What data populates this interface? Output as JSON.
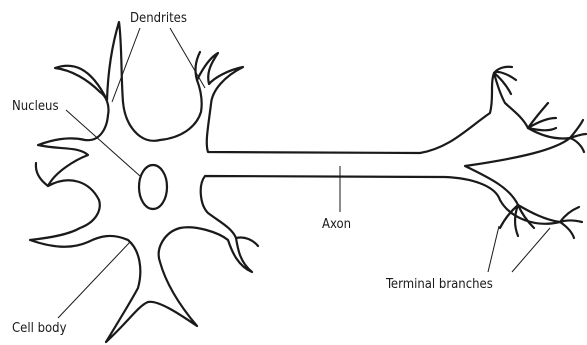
{
  "labels": {
    "dendrites": "Dendrites",
    "nucleus": "Nucleus",
    "axon": "Axon",
    "cell_body": "Cell body",
    "terminal_branches": "Terminal branches"
  },
  "colors": {
    "ink": "#1a1a1a",
    "background": "#ffffff"
  }
}
